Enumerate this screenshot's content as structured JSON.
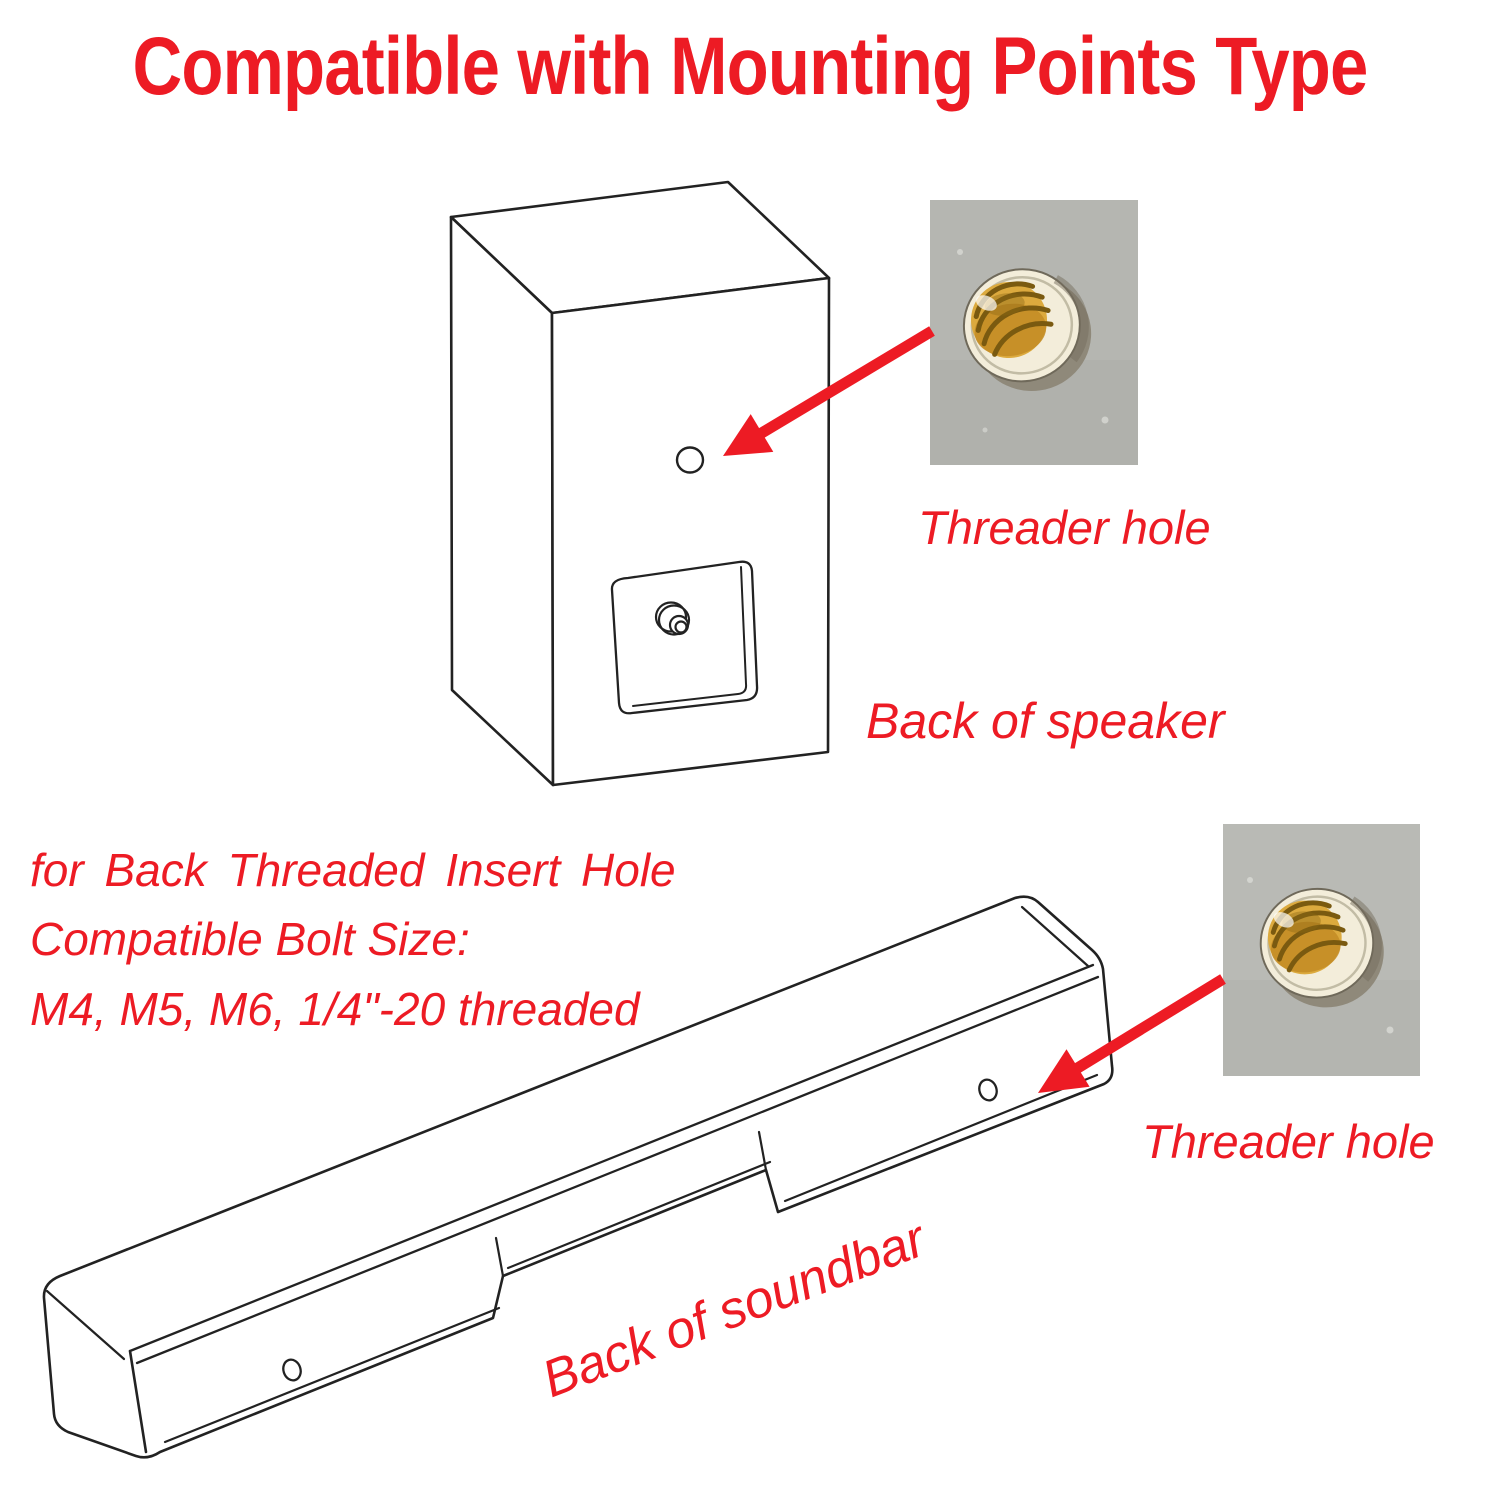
{
  "title": "Compatible with Mounting Points Type",
  "speaker_section": {
    "callout_label": "Threader hole",
    "drawing_label": "Back of speaker",
    "photo_subject": "brass-threaded-insert"
  },
  "soundbar_section": {
    "callout_label": "Threader hole",
    "drawing_label": "Back of soundbar",
    "photo_subject": "brass-threaded-insert"
  },
  "compatibility_note": {
    "line1": "for Back Threaded Insert Hole",
    "line2": "Compatible Bolt Size:",
    "line3": "M4, M5, M6, 1/4\"-20 threaded"
  },
  "colors": {
    "accent_red": "#ed1b24",
    "line_art": "#222222",
    "photo_background": "#b5b6b1",
    "insert_brass": "#dcaa3e"
  }
}
